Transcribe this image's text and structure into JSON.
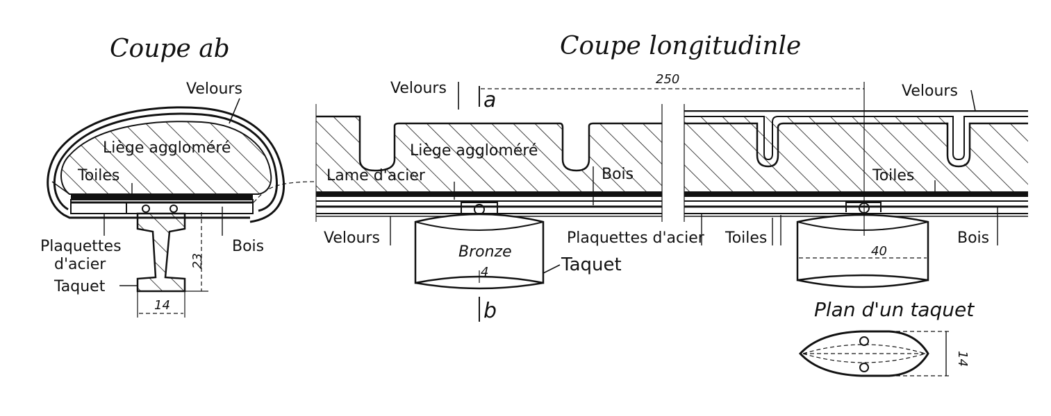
{
  "titles": {
    "left": "Coupe ab",
    "middle": "Coupe longitudinle",
    "plan": "Plan d'un taquet"
  },
  "labels": {
    "velours_left": "Velours",
    "liege_left": "Liège aggloméré",
    "toiles_left": "Toiles",
    "plaquettes_left_1": "Plaquettes",
    "plaquettes_left_2": "d'acier",
    "bois_left": "Bois",
    "taquet_left": "Taquet",
    "velours_mid_top": "Velours",
    "liege_mid": "Liège aggloméré",
    "lame": "Lame d'acier",
    "bois_mid": "Bois",
    "velours_mid_bottom": "Velours",
    "bronze": "Bronze",
    "taquet_mid": "Taquet",
    "plaquettes_mid": "Plaquettes d'acier",
    "velours_right": "Velours",
    "toiles_right_top": "Toiles",
    "toiles_right_bottom": "Toiles",
    "bois_right": "Bois",
    "section_a": "a",
    "section_b": "b"
  },
  "dimensions": {
    "d14_left": "14",
    "d23": "23",
    "d250": "250",
    "d4": "4",
    "d40": "40",
    "d14_plan": "14"
  }
}
